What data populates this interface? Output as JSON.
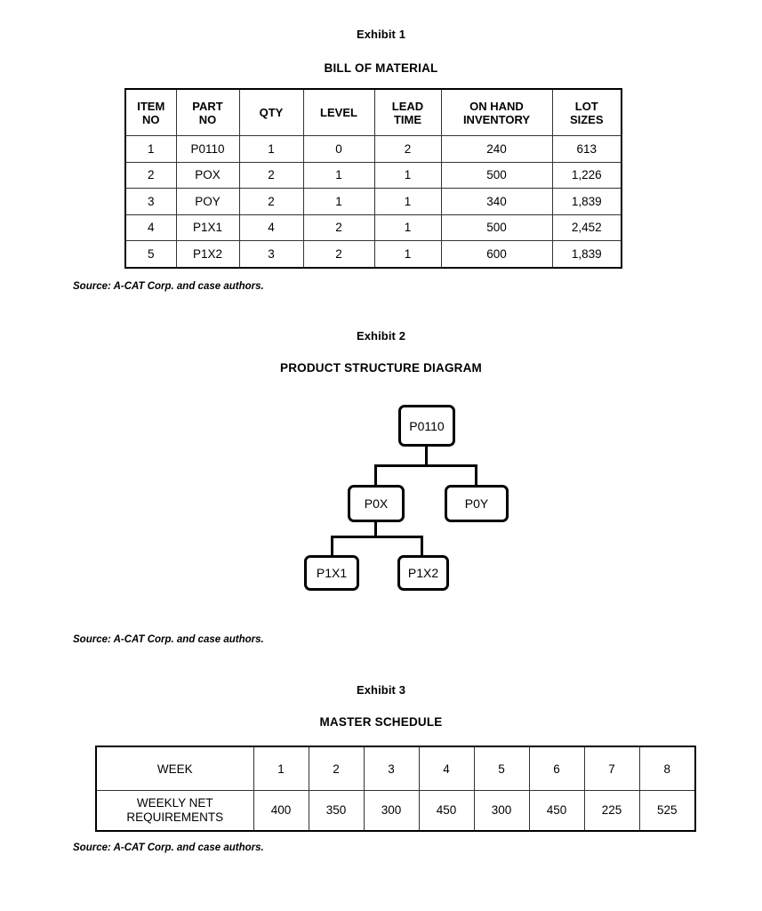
{
  "exhibit1": {
    "title": "Exhibit 1",
    "subtitle": "BILL OF MATERIAL",
    "source": "Source: A-CAT Corp. and case authors.",
    "headers": [
      "ITEM NO",
      "PART NO",
      "QTY",
      "LEVEL",
      "LEAD TIME",
      "ON HAND INVENTORY",
      "LOT SIZES"
    ],
    "headers_wrapped": [
      [
        "ITEM",
        "NO"
      ],
      [
        "PART",
        "NO"
      ],
      [
        "QTY"
      ],
      [
        "LEVEL"
      ],
      [
        "LEAD",
        "TIME"
      ],
      [
        "ON HAND",
        "INVENTORY"
      ],
      [
        "LOT",
        "SIZES"
      ]
    ],
    "rows": [
      {
        "item_no": "1",
        "part_no": "P0110",
        "qty": "1",
        "level": "0",
        "lead_time": "2",
        "on_hand_inventory": "240",
        "lot_size": "613"
      },
      {
        "item_no": "2",
        "part_no": "POX",
        "qty": "2",
        "level": "1",
        "lead_time": "1",
        "on_hand_inventory": "500",
        "lot_size": "1,226"
      },
      {
        "item_no": "3",
        "part_no": "POY",
        "qty": "2",
        "level": "1",
        "lead_time": "1",
        "on_hand_inventory": "340",
        "lot_size": "1,839"
      },
      {
        "item_no": "4",
        "part_no": "P1X1",
        "qty": "4",
        "level": "2",
        "lead_time": "1",
        "on_hand_inventory": "500",
        "lot_size": "2,452"
      },
      {
        "item_no": "5",
        "part_no": "P1X2",
        "qty": "3",
        "level": "2",
        "lead_time": "1",
        "on_hand_inventory": "600",
        "lot_size": "1,839"
      }
    ]
  },
  "exhibit2": {
    "title": "Exhibit 2",
    "subtitle": "PRODUCT STRUCTURE DIAGRAM",
    "source": "Source: A-CAT Corp. and case authors.",
    "nodes": [
      {
        "id": "p0110",
        "label": "P0110",
        "level": 0
      },
      {
        "id": "p0x",
        "label": "P0X",
        "level": 1
      },
      {
        "id": "p0y",
        "label": "P0Y",
        "level": 1
      },
      {
        "id": "p1x1",
        "label": "P1X1",
        "level": 2
      },
      {
        "id": "p1x2",
        "label": "P1X2",
        "level": 2
      }
    ],
    "edges": [
      {
        "from": "p0110",
        "to": "p0x"
      },
      {
        "from": "p0110",
        "to": "p0y"
      },
      {
        "from": "p0x",
        "to": "p1x1"
      },
      {
        "from": "p0x",
        "to": "p1x2"
      }
    ]
  },
  "exhibit3": {
    "title": "Exhibit 3",
    "subtitle": "MASTER SCHEDULE",
    "source": "Source: A-CAT Corp. and case authors.",
    "row_labels": {
      "week": "WEEK",
      "requirements_line1": "WEEKLY NET",
      "requirements_line2": "REQUIREMENTS"
    },
    "weeks": [
      "1",
      "2",
      "3",
      "4",
      "5",
      "6",
      "7",
      "8"
    ],
    "weekly_net_requirements": [
      "400",
      "350",
      "300",
      "450",
      "300",
      "450",
      "225",
      "525"
    ]
  }
}
